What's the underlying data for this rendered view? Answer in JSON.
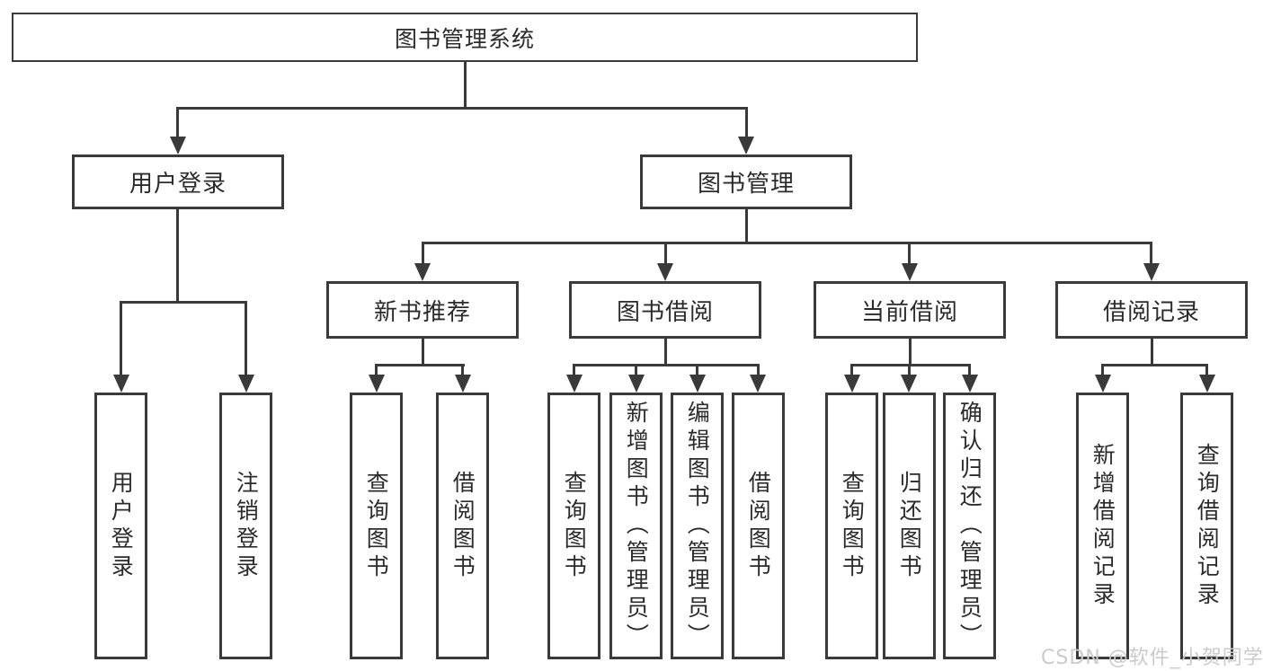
{
  "tree": {
    "label": "图书管理系统",
    "children": [
      {
        "label": "用户登录",
        "children": [
          {
            "label": "用户登录"
          },
          {
            "label": "注销登录"
          }
        ]
      },
      {
        "label": "图书管理",
        "children": [
          {
            "label": "新书推荐",
            "children": [
              {
                "label": "查询图书"
              },
              {
                "label": "借阅图书"
              }
            ]
          },
          {
            "label": "图书借阅",
            "children": [
              {
                "label": "查询图书"
              },
              {
                "label": "新增图书（管理员）"
              },
              {
                "label": "编辑图书（管理员）"
              },
              {
                "label": "借阅图书"
              }
            ]
          },
          {
            "label": "当前借阅",
            "children": [
              {
                "label": "查询图书"
              },
              {
                "label": "归还图书"
              },
              {
                "label": "确认归还（管理员）"
              }
            ]
          },
          {
            "label": "借阅记录",
            "children": [
              {
                "label": "新增借阅记录"
              },
              {
                "label": "查询借阅记录"
              }
            ]
          }
        ]
      }
    ]
  },
  "watermark": {
    "text": "CSDN @软件_小贺同学"
  },
  "colors": {
    "line": "#3a3a3a",
    "text": "#2b2b2b",
    "box_background": "#ffffff",
    "watermark": "#cbcbcb",
    "background": "#ffffff"
  }
}
